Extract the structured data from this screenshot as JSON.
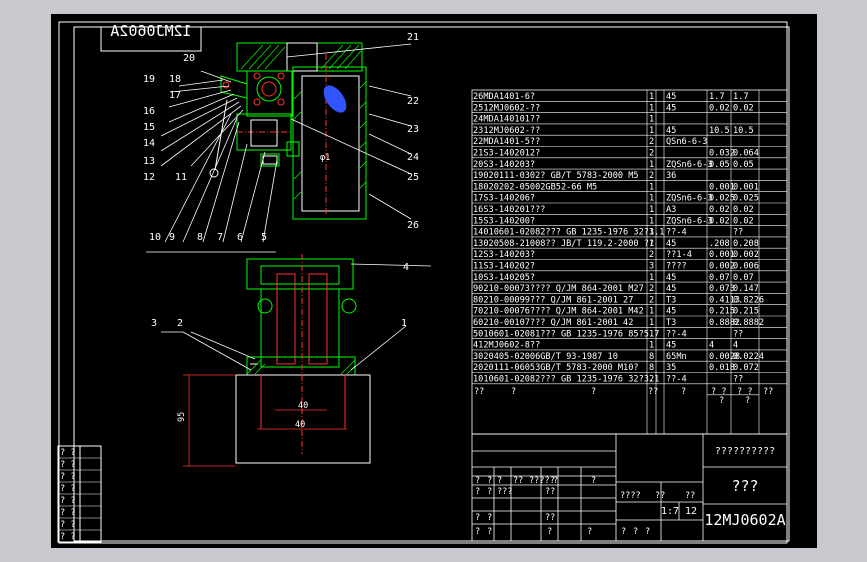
{
  "drawing": {
    "mirrored_label": "12MJ0602A",
    "drawing_number": "12MJ0602A",
    "title_name": "???",
    "title_note": "??????????",
    "scale": "1:7",
    "sheet_count": "12",
    "dim_phi_a": "φ1",
    "dim_phi_b": "40",
    "dim_phi_c": "40",
    "dim_height": "95"
  },
  "callouts_top": [
    "20",
    "19",
    "18",
    "17",
    "16",
    "15",
    "14",
    "13",
    "12",
    "11",
    "21",
    "22",
    "23",
    "24",
    "25",
    "26",
    "10",
    "9",
    "8",
    "7",
    "6",
    "5"
  ],
  "callouts_bottom": [
    "4",
    "3",
    "2",
    "1"
  ],
  "bom_rows": [
    {
      "no": "26",
      "code": "MDA1401-6",
      "name": "?",
      "qty": "1",
      "mat": "45",
      "w1": "1.7",
      "w2": "1.7"
    },
    {
      "no": "25",
      "code": "12MJ0602-??",
      "name": "",
      "qty": "1",
      "mat": "45",
      "w1": "0.02",
      "w2": "0.02"
    },
    {
      "no": "24",
      "code": "MDA140101",
      "name": "??",
      "qty": "1",
      "mat": "",
      "w1": "",
      "w2": ""
    },
    {
      "no": "23",
      "code": "12MJ0602-??",
      "name": "",
      "qty": "1",
      "mat": "45",
      "w1": "10.5",
      "w2": "10.5"
    },
    {
      "no": "22",
      "code": "MDA1401-5",
      "name": "??",
      "qty": "2",
      "mat": "QSn6-6-3",
      "w1": "",
      "w2": ""
    },
    {
      "no": "21",
      "code": "S3-140201",
      "name": "2?",
      "qty": "2",
      "mat": "",
      "w1": "0.032",
      "w2": "0.064"
    },
    {
      "no": "20",
      "code": "S3-140203",
      "name": "?",
      "qty": "1",
      "mat": "ZQSn6-6-3",
      "w1": "0.05",
      "w2": "0.05"
    },
    {
      "no": "19",
      "code": "020111-0302",
      "name": "? GB/T 5783-2000 M5",
      "qty": "2",
      "mat": "36",
      "w1": "",
      "w2": ""
    },
    {
      "no": "18",
      "code": "020202-05002",
      "name": "GB52-66  M5",
      "qty": "1",
      "mat": "",
      "w1": "0.001",
      "w2": "0.001"
    },
    {
      "no": "17",
      "code": "S3-140206",
      "name": "?",
      "qty": "1",
      "mat": "ZQSn6-6-3",
      "w1": "0.025",
      "w2": "0.025"
    },
    {
      "no": "16",
      "code": "S3-140201",
      "name": "???",
      "qty": "1",
      "mat": "A3",
      "w1": "0.02",
      "w2": "0.02"
    },
    {
      "no": "15",
      "code": "S3-140200",
      "name": "?",
      "qty": "1",
      "mat": "ZQSn6-6-3",
      "w1": "0.02",
      "w2": "0.02"
    },
    {
      "no": "14",
      "code": "010601-02082",
      "name": "??? GB 1235-1976 32?3.1",
      "qty": "1",
      "mat": "??-4",
      "w1": "",
      "w2": "??"
    },
    {
      "no": "13",
      "code": "020508-21008",
      "name": "?? JB/T 119.2-2000 ??",
      "qty": "1",
      "mat": "45",
      "w1": ".208",
      "w2": "0.208"
    },
    {
      "no": "12",
      "code": "S3-140203",
      "name": "?",
      "qty": "2",
      "mat": "??1-4",
      "w1": "0.001",
      "w2": "0.002"
    },
    {
      "no": "11",
      "code": "S3-140202",
      "name": "?",
      "qty": "3",
      "mat": "????",
      "w1": "0.002",
      "w2": "0.006"
    },
    {
      "no": "10",
      "code": "S3-140205",
      "name": "?",
      "qty": "1",
      "mat": "45",
      "w1": "0.07",
      "w2": "0.07"
    },
    {
      "no": "9",
      "code": "0210-00073",
      "name": "???? Q/JM 864-2001 M27",
      "qty": "2",
      "mat": "45",
      "w1": "0.073",
      "w2": "0.147"
    },
    {
      "no": "8",
      "code": "0210-00099",
      "name": "??? Q/JM 861-2001 27",
      "qty": "2",
      "mat": "T3",
      "w1": "0.4113",
      "w2": "0.8226"
    },
    {
      "no": "7",
      "code": "0210-00076",
      "name": "???? Q/JM 864-2001 M42",
      "qty": "1",
      "mat": "45",
      "w1": "0.215",
      "w2": "0.215"
    },
    {
      "no": "6",
      "code": "0210-00107",
      "name": "??? Q/JM 861-2001 42",
      "qty": "1",
      "mat": "T3",
      "w1": "0.8882",
      "w2": "0.8882"
    },
    {
      "no": "5",
      "code": "010601-02081",
      "name": "??? GB 1235-1976 85?5.7",
      "qty": "1",
      "mat": "??-4",
      "w1": "",
      "w2": "??"
    },
    {
      "no": "4",
      "code": "12MJ0602-8",
      "name": "??",
      "qty": "1",
      "mat": "45",
      "w1": "4",
      "w2": "4"
    },
    {
      "no": "3",
      "code": "020405-02006",
      "name": "GB/T 93-1987 10",
      "qty": "8",
      "mat": "65Mn",
      "w1": "0.0028",
      "w2": "0.0224"
    },
    {
      "no": "2",
      "code": "020111-06053",
      "name": "GB/T 5783-2000 M10?",
      "qty": "8",
      "mat": "35",
      "w1": "0.018",
      "w2": "0.072"
    },
    {
      "no": "1",
      "code": "010601-02082",
      "name": "??? GB 1235-1976 32?3.1",
      "qty": "2",
      "mat": "??-4",
      "w1": "",
      "w2": "??"
    }
  ],
  "bom_header": {
    "no": "??",
    "code": "?",
    "name": "?",
    "qty": "??",
    "mat": "?",
    "w1": "? ?",
    "w2": "? ?",
    "note": "??",
    "w_sub1": "?",
    "w_sub2": "?"
  },
  "title_block_small": {
    "r1": [
      "?",
      "?",
      "?",
      "??",
      "?????",
      "?",
      "?"
    ],
    "r2": [
      "?",
      "?",
      "???",
      "??"
    ],
    "r3": [
      "?",
      "?",
      "??"
    ],
    "r4": [
      "????",
      "??",
      "??"
    ],
    "r5": [
      "?",
      "?",
      "?",
      "?",
      "?",
      "?",
      "?"
    ]
  },
  "left_strip": [
    "? ?",
    "? ?",
    "? ?",
    "? ?",
    "? ?",
    "? ?",
    "? ?",
    "? ?"
  ]
}
